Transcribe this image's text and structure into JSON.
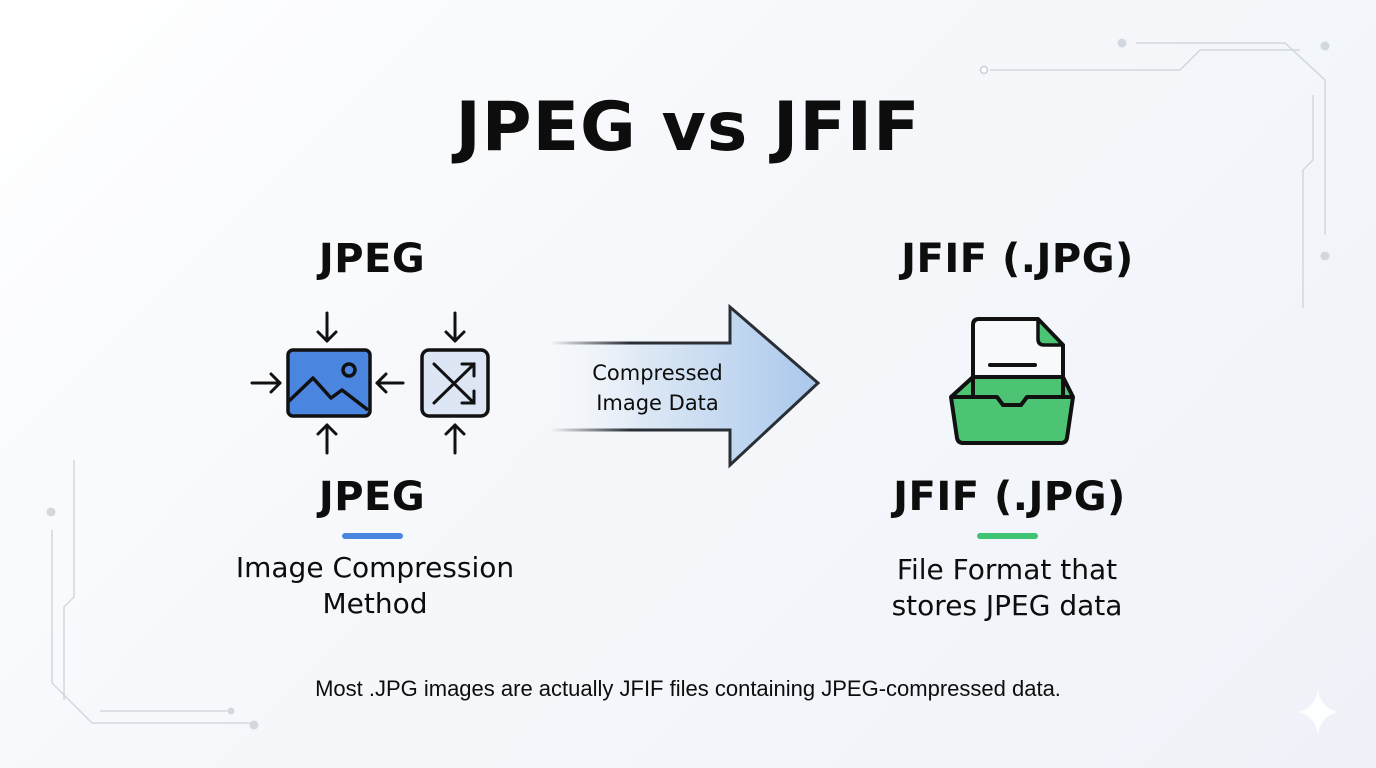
{
  "title": "JPEG vs JFIF",
  "left": {
    "heading": "JPEG",
    "label": "JPEG",
    "description_line1": "Image Compression",
    "description_line2": "Method",
    "accent_color": "#4a86e0",
    "icons": [
      "image-icon",
      "shuffle-compress-icon",
      "compress-arrows-icon"
    ]
  },
  "arrow": {
    "label_line1": "Compressed",
    "label_line2": "Image Data",
    "fill_color": "#b9d2ee"
  },
  "right": {
    "heading": "JFIF (.JPG)",
    "label": "JFIF (.JPG)",
    "description_line1": "File Format that",
    "description_line2": "stores JPEG data",
    "accent_color": "#3fc374",
    "icons": [
      "file-tray-icon"
    ]
  },
  "footer": "Most .JPG images are actually JFIF files containing JPEG-compressed data."
}
